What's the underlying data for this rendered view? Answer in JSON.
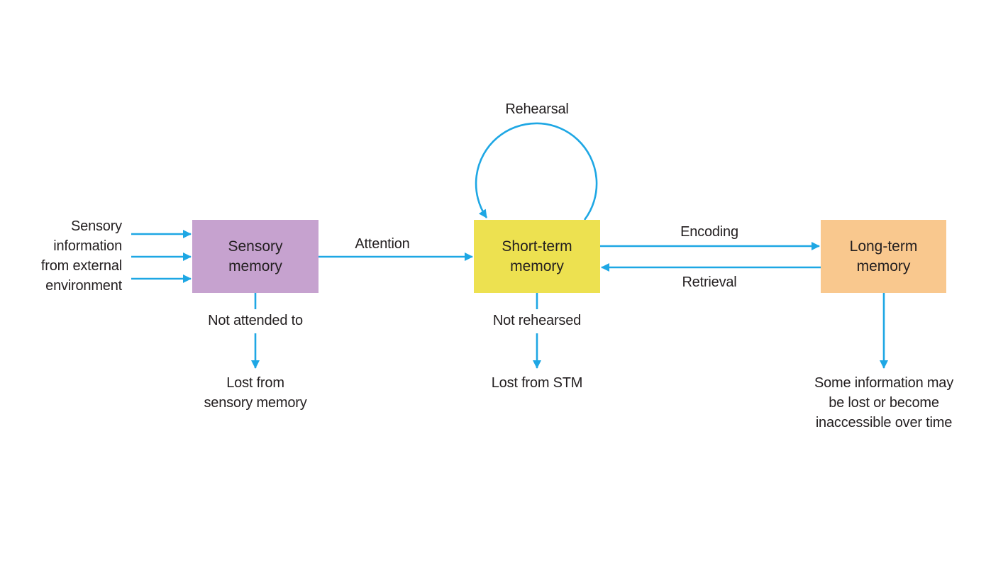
{
  "colors": {
    "arrow": "#1ea7e4",
    "sensory_box": "#c6a2cf",
    "short_term_box": "#ede150",
    "long_term_box": "#f9c88e",
    "text": "#231f20"
  },
  "input_label": "Sensory\ninformation\nfrom external\nenvironment",
  "boxes": {
    "sensory": "Sensory\nmemory",
    "short_term": "Short-term\nmemory",
    "long_term": "Long-term\nmemory"
  },
  "edges": {
    "attention": "Attention",
    "rehearsal": "Rehearsal",
    "encoding": "Encoding",
    "retrieval": "Retrieval",
    "not_attended": "Not attended to",
    "not_rehearsed": "Not rehearsed"
  },
  "outcomes": {
    "lost_sensory": "Lost from\nsensory memory",
    "lost_stm": "Lost from STM",
    "lost_ltm": "Some information may\nbe lost or become\ninaccessible over time"
  }
}
